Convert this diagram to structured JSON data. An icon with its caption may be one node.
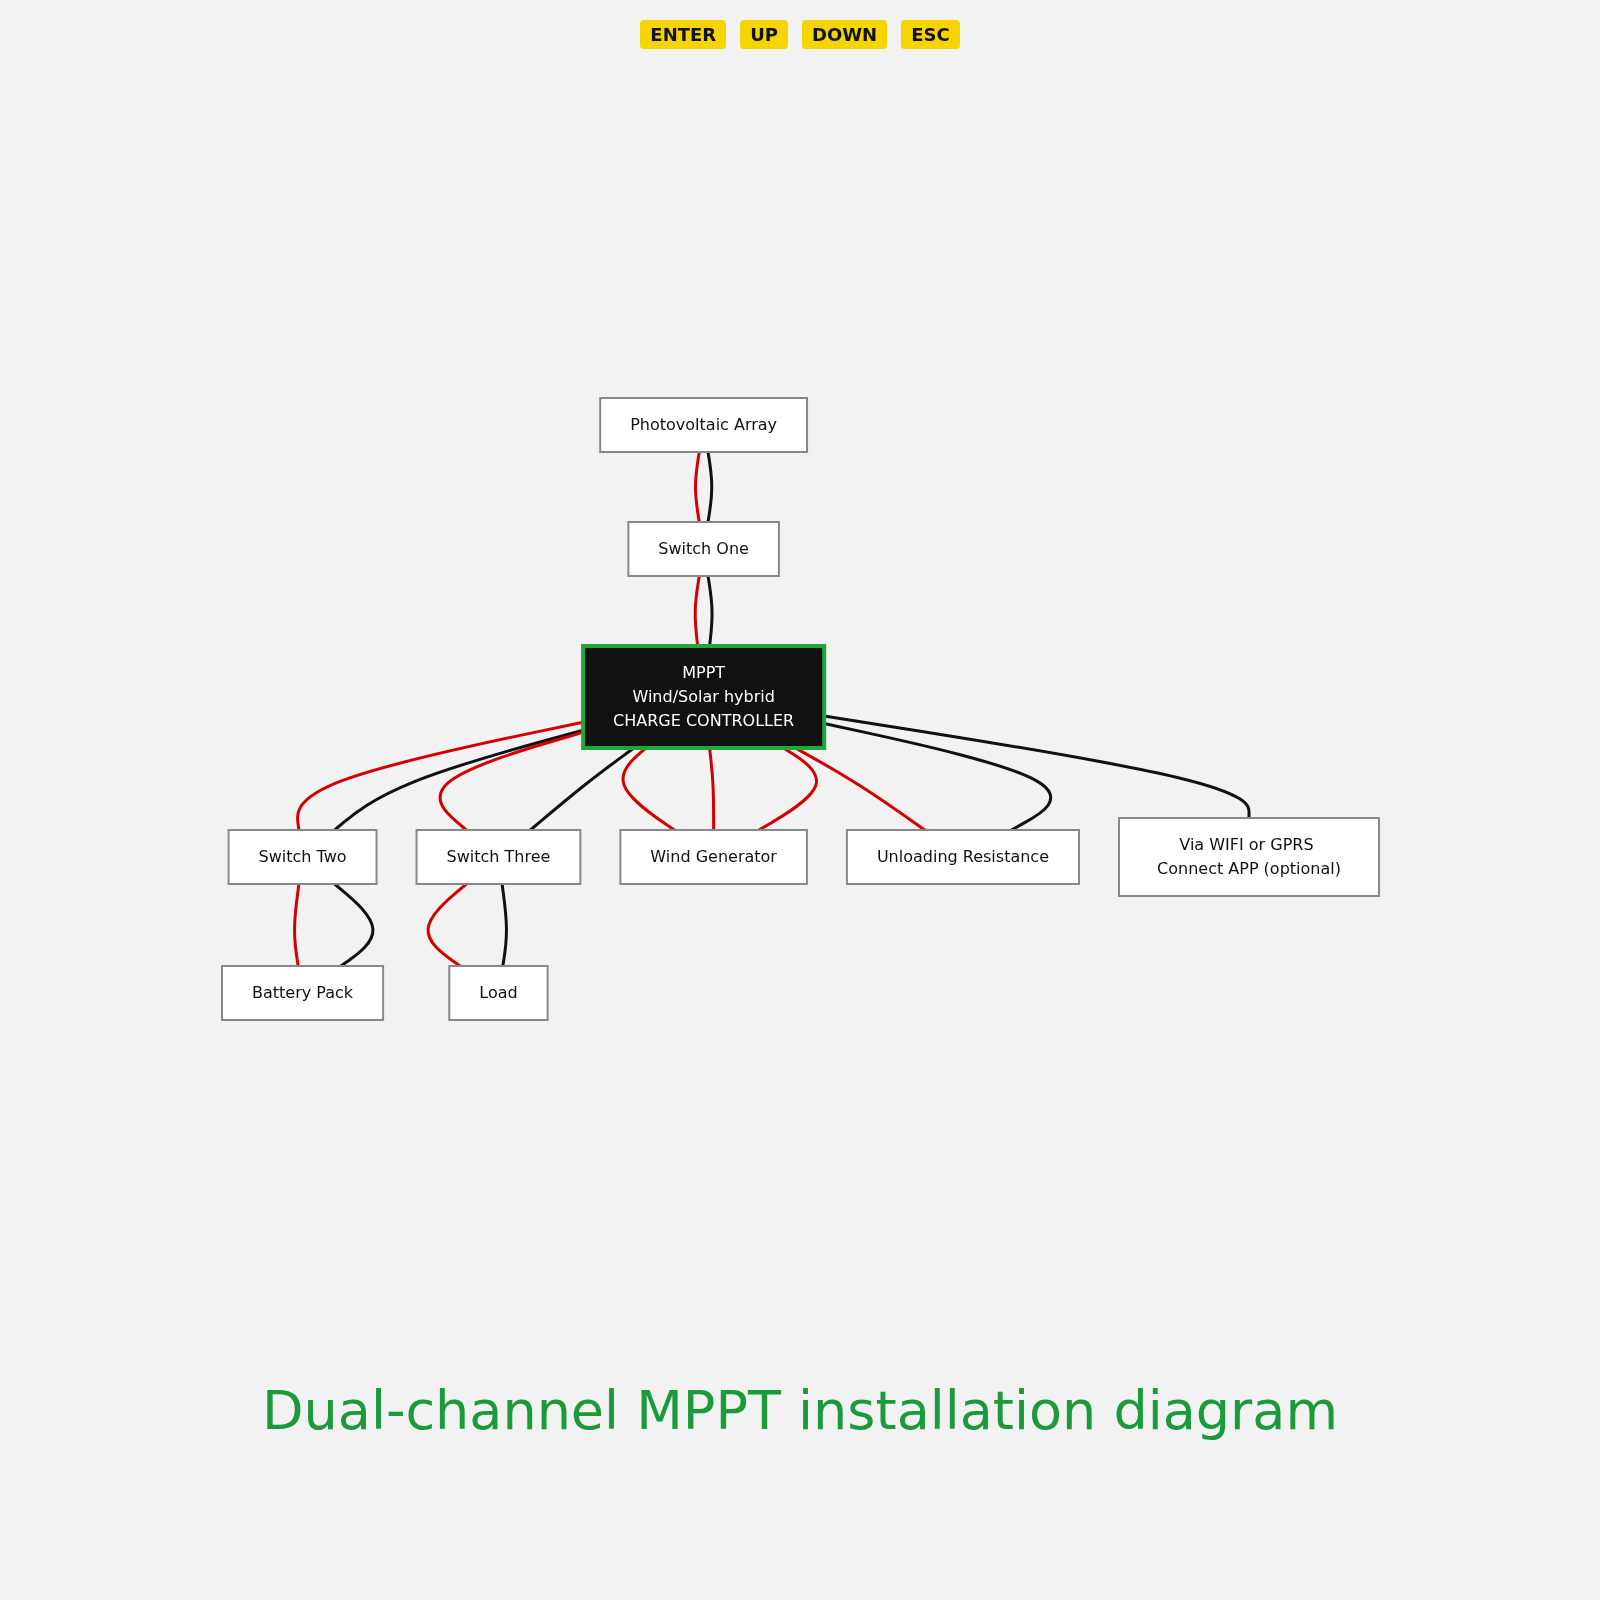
{
  "diagram": {
    "caption": "Dual-channel MPPT installation diagram",
    "nodes": [
      {
        "text": [
          "MPPT",
          "Wind/Solar hybrid",
          "CHARGE CONTROLLER"
        ]
      },
      {
        "text": [
          "Photovoltaic Array"
        ]
      },
      {
        "text": [
          "Switch One"
        ]
      },
      {
        "text": [
          "Switch Two"
        ]
      },
      {
        "text": [
          "Battery  Pack"
        ]
      },
      {
        "text": [
          "Switch Three"
        ]
      },
      {
        "text": [
          "Load"
        ]
      },
      {
        "text": [
          "Wind Generator"
        ]
      },
      {
        "text": [
          "Unloading Resistance"
        ]
      },
      {
        "text": [
          "Via WIFI or GPRS Connect APP (optional)"
        ]
      }
    ],
    "edges": [
      {
        "from": 1,
        "to": 2,
        "arrow": "none"
      },
      {
        "from": 1,
        "to": 2,
        "arrow": "none",
        "color": "#111111"
      },
      {
        "from": 2,
        "to": 0,
        "arrow": "none"
      },
      {
        "from": 2,
        "to": 0,
        "arrow": "none",
        "color": "#111111"
      },
      {
        "from": 0,
        "to": 3,
        "arrow": "none"
      },
      {
        "from": 0,
        "to": 3,
        "arrow": "none",
        "color": "#111111"
      },
      {
        "from": 3,
        "to": 4,
        "arrow": "none"
      },
      {
        "from": 3,
        "to": 4,
        "arrow": "none",
        "color": "#111111"
      },
      {
        "from": 0,
        "to": 5,
        "arrow": "none"
      },
      {
        "from": 0,
        "to": 5,
        "arrow": "none",
        "color": "#111111"
      },
      {
        "from": 5,
        "to": 6,
        "arrow": "none"
      },
      {
        "from": 5,
        "to": 6,
        "arrow": "none",
        "color": "#111111"
      },
      {
        "from": 0,
        "to": 8,
        "arrow": "none"
      },
      {
        "from": 0,
        "to": 7,
        "arrow": "none"
      },
      {
        "from": 0,
        "to": 7,
        "arrow": "none"
      },
      {
        "from": 0,
        "to": 7,
        "arrow": "none"
      },
      {
        "from": 0,
        "to": 8,
        "arrow": "none",
        "color": "#111111"
      },
      {
        "from": 0,
        "to": 9,
        "arrow": "none",
        "color": "#111111"
      }
    ],
    "labels": [
      "ENTER",
      "UP",
      "DOWN",
      "ESC"
    ]
  }
}
